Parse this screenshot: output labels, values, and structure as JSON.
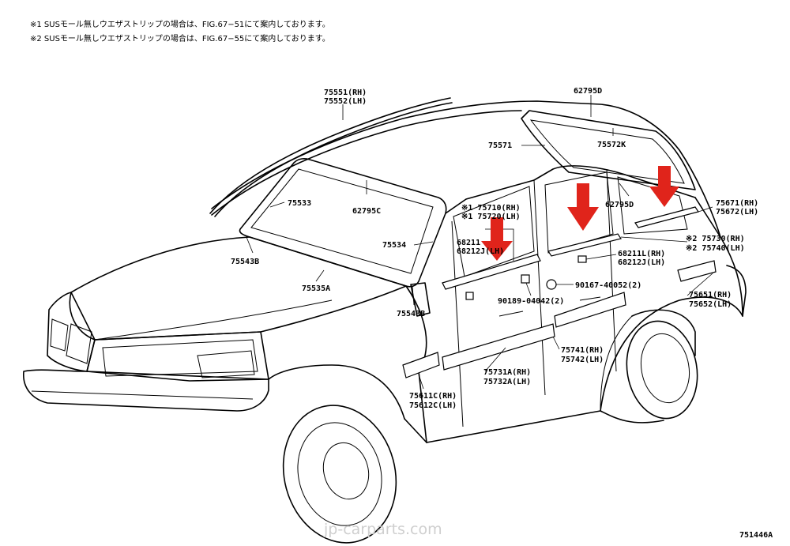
{
  "notes": [
    "※1 SUSモール無しウエザストリップの場合は、FIG.67−51にて案内しております。",
    "※2 SUSモール無しウエザストリップの場合は、FIG.67−55にて案内しております。"
  ],
  "labels": {
    "l75551": "75551(RH)",
    "l75552": "75552(LH)",
    "l62795d_top": "62795D",
    "l75571": "75571",
    "l75572k": "75572K",
    "l75533": "75533",
    "l62795c": "62795C",
    "l75534": "75534",
    "l75543b_left": "75543B",
    "l75535a": "75535A",
    "l75543b_bottom": "75543B",
    "l75710": "※1 75710(RH)",
    "l75720": "※1 75720(LH)",
    "l68211": "68211",
    "l68212": "68212J(LH)",
    "l62795d_right": "62795D",
    "l75671": "75671(RH)",
    "l75672": "75672(LH)",
    "l75730": "※2 75730(RH)",
    "l75740": "※2 75740(LH)",
    "l68211l": "68211L(RH)",
    "l68212j": "68212J(LH)",
    "l90167": "90167-40052(2)",
    "l90189": "90189-04042(2)",
    "l75651": "75651(RH)",
    "l75652": "75652(LH)",
    "l75741": "75741(RH)",
    "l75742": "75742(LH)",
    "l75731a": "75731A(RH)",
    "l75732a": "75732A(LH)",
    "l75611c": "75611C(RH)",
    "l75612c": "75612C(LH)"
  },
  "watermark": "jp-carparts.com",
  "figure_code": "751446A",
  "colors": {
    "arrow": "#e0241b",
    "line": "#000000",
    "watermark": "#cfcfcf"
  },
  "icons": {
    "arrow": "down-arrow-icon"
  }
}
